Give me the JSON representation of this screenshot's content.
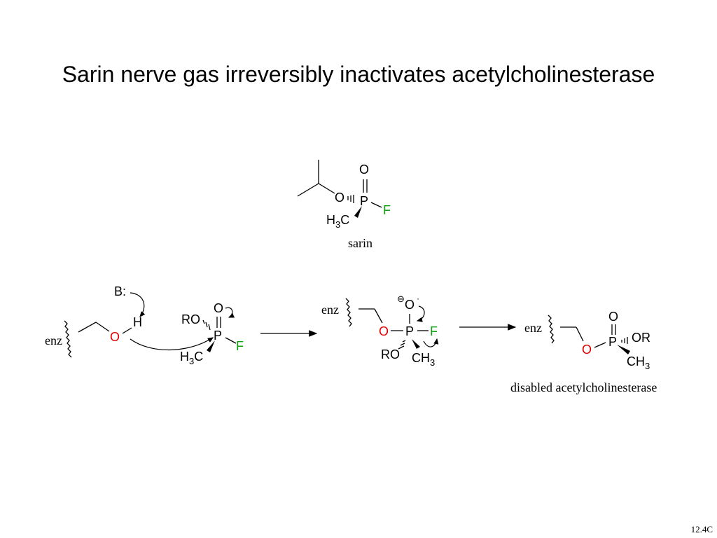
{
  "slide": {
    "title": "Sarin nerve gas irreversibly inactivates acetylcholinesterase",
    "slide_number": "12.4C"
  },
  "sarin": {
    "label": "sarin",
    "atoms": {
      "o_ether": "O",
      "o_double": "O",
      "p": "P",
      "f": "F",
      "h3c_h": "H",
      "h3c_3": "3",
      "h3c_c": "C"
    }
  },
  "step1": {
    "enz": "enz",
    "base": "B:",
    "o": "O",
    "h": "H",
    "ro": "RO",
    "o_double": "O",
    "p": "P",
    "f": "F",
    "h3c_h": "H",
    "h3c_3": "3",
    "h3c_c": "C"
  },
  "step2": {
    "enz": "enz",
    "o_minus": "O",
    "o_enz": "O",
    "p": "P",
    "f": "F",
    "ro": "RO",
    "ch3_ch": "CH",
    "ch3_3": "3",
    "charge": "⊖"
  },
  "step3": {
    "enz": "enz",
    "o_double": "O",
    "o_enz": "O",
    "p": "P",
    "or": "OR",
    "ch3_ch": "CH",
    "ch3_3": "3",
    "label": "disabled acetylcholinesterase"
  },
  "colors": {
    "oxygen_enzyme": "#e00000",
    "fluorine": "#10a010",
    "text": "#000000"
  }
}
